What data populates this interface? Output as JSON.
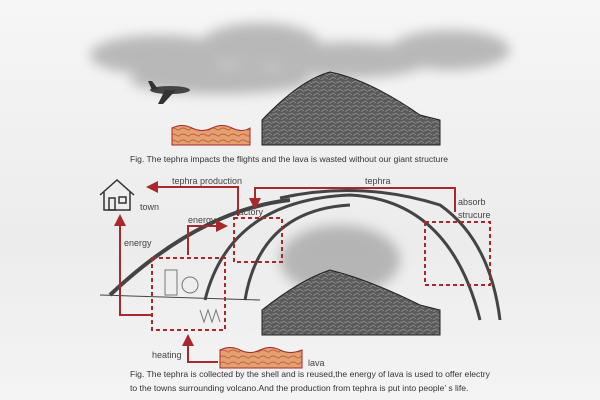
{
  "top_figure": {
    "caption": "Fig. The tephra impacts the flights and the lava is wasted without our giant structure"
  },
  "bottom_figure": {
    "labels": {
      "tephra_production": "tephra production",
      "tephra": "tephra",
      "absorb": "absorb",
      "structure": "strucure",
      "town": "town",
      "factory": "factory",
      "energy_factory": "energy",
      "energy_town": "energy",
      "heating": "heating",
      "lava": "lava"
    },
    "caption_line1": "Fig. The tephra is collected by the shell and is reused,the energy of lava is used to offer electry",
    "caption_line2": "to the towns surrounding volcano.And the production from tephra is put into people’ s life."
  },
  "colors": {
    "arrow": "#a8282c",
    "lava": "#d9885a",
    "rock": "#555555"
  }
}
